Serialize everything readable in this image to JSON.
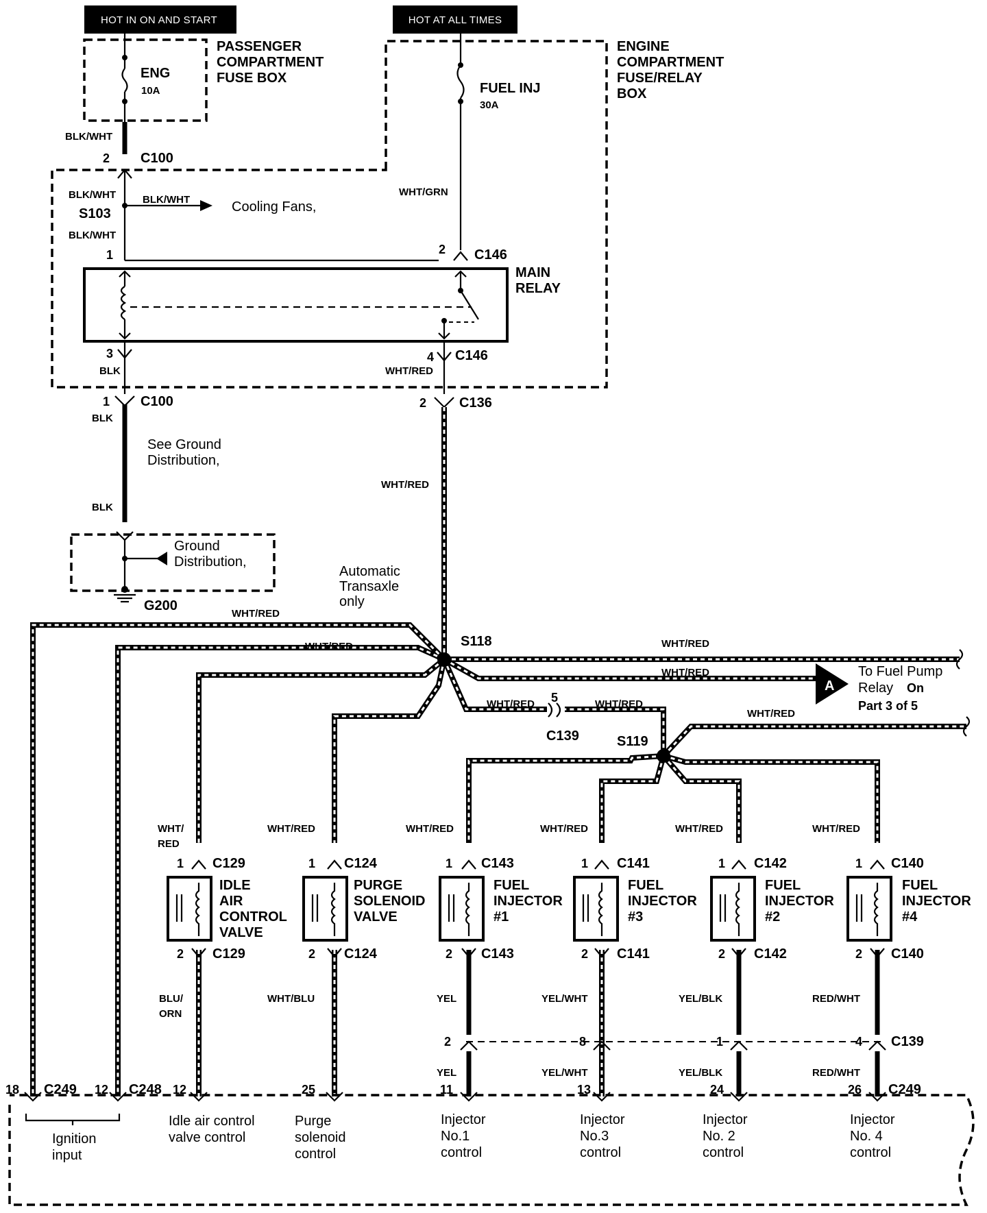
{
  "headers": {
    "hot_in_on_start": "HOT IN ON AND START",
    "hot_at_all_times": "HOT AT ALL TIMES"
  },
  "fuse_boxes": {
    "passenger": {
      "title": [
        "PASSENGER",
        "COMPARTMENT",
        "FUSE BOX"
      ],
      "fuse_name": "ENG",
      "fuse_rating": "10A"
    },
    "engine": {
      "title": [
        "ENGINE",
        "COMPARTMENT",
        "FUSE/RELAY",
        "BOX"
      ],
      "fuse_name": "FUEL INJ",
      "fuse_rating": "30A"
    }
  },
  "relay": {
    "title": [
      "MAIN",
      "RELAY"
    ]
  },
  "connectors": {
    "c100": "C100",
    "c146": "C146",
    "c136": "C136",
    "c139": "C139",
    "c249": "C249",
    "c248": "C248",
    "s103": "S103",
    "s118": "S118",
    "s119": "S119",
    "g200": "G200"
  },
  "wires": {
    "blk_wht": "BLK/WHT",
    "blk": "BLK",
    "wht_grn": "WHT/GRN",
    "wht_red": "WHT/RED",
    "wht_red_split": [
      "WHT/",
      "RED"
    ],
    "blu_orn": [
      "BLU/",
      "ORN"
    ],
    "wht_blu": "WHT/BLU",
    "yel": "YEL",
    "yel_wht": "YEL/WHT",
    "yel_blk": "YEL/BLK",
    "red_wht": "RED/WHT"
  },
  "pins": {
    "p1": "1",
    "p2": "2",
    "p3": "3",
    "p4": "4",
    "p5": "5",
    "p8": "8",
    "p11": "11",
    "p12": "12",
    "p13": "13",
    "p18": "18",
    "p24": "24",
    "p25": "25",
    "p26": "26"
  },
  "labels": {
    "cooling_fans": "Cooling Fans,",
    "see_ground": [
      "See Ground",
      "Distribution,"
    ],
    "ground_distribution": [
      "Ground",
      "Distribution,"
    ],
    "automatic": [
      "Automatic",
      "Transaxle",
      "only"
    ],
    "fuel_pump": [
      "To Fuel Pump",
      "Relay",
      "On",
      "Part 3 of 5"
    ],
    "badge_a": "A"
  },
  "components": [
    {
      "id": "iac",
      "name": [
        "IDLE",
        "AIR",
        "CONTROL",
        "VALVE"
      ],
      "conn": "C129",
      "upper_wire": [
        "WHT/",
        "RED"
      ],
      "lower_wire": [
        "BLU/",
        "ORN"
      ],
      "ecm_pin": "12",
      "function": [
        "Idle air control",
        "valve control"
      ]
    },
    {
      "id": "purge",
      "name": [
        "PURGE",
        "SOLENOID",
        "VALVE"
      ],
      "conn": "C124",
      "upper_wire": [
        "WHT/RED"
      ],
      "lower_wire": [
        "WHT/BLU"
      ],
      "ecm_pin": "25",
      "function": [
        "Purge",
        "solenoid",
        "control"
      ]
    },
    {
      "id": "inj1",
      "name": [
        "FUEL",
        "INJECTOR",
        "#1"
      ],
      "conn": "C143",
      "upper_wire": [
        "WHT/RED"
      ],
      "lower_wire": [
        "YEL"
      ],
      "c139_pin": "2",
      "ecm_pin": "11",
      "function": [
        "Injector",
        "No.1",
        "control"
      ]
    },
    {
      "id": "inj3",
      "name": [
        "FUEL",
        "INJECTOR",
        "#3"
      ],
      "conn": "C141",
      "upper_wire": [
        "WHT/RED"
      ],
      "lower_wire": [
        "YEL/WHT"
      ],
      "c139_pin": "8",
      "ecm_pin": "13",
      "function": [
        "Injector",
        "No.3",
        "control"
      ]
    },
    {
      "id": "inj2",
      "name": [
        "FUEL",
        "INJECTOR",
        "#2"
      ],
      "conn": "C142",
      "upper_wire": [
        "WHT/RED"
      ],
      "lower_wire": [
        "YEL/BLK"
      ],
      "c139_pin": "1",
      "ecm_pin": "24",
      "function": [
        "Injector",
        "No. 2",
        "control"
      ]
    },
    {
      "id": "inj4",
      "name": [
        "FUEL",
        "INJECTOR",
        "#4"
      ],
      "conn": "C140",
      "upper_wire": [
        "WHT/RED"
      ],
      "lower_wire": [
        "RED/WHT"
      ],
      "c139_pin": "4",
      "ecm_pin": "26",
      "function": [
        "Injector",
        "No. 4",
        "control"
      ]
    }
  ],
  "ignition_input": [
    "Ignition",
    "input"
  ]
}
